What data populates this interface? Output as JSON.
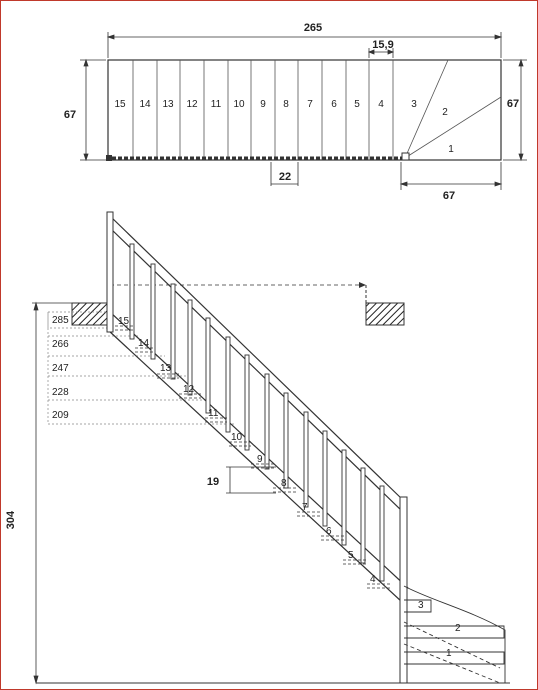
{
  "plan": {
    "total_length": "265",
    "left_width": "67",
    "right_width": "67",
    "tread_depth": "15,9",
    "going": "22",
    "winder_width": "67",
    "steps": [
      "15",
      "14",
      "13",
      "12",
      "11",
      "10",
      "9",
      "8",
      "7",
      "6",
      "5",
      "4"
    ],
    "winders": [
      "3",
      "2",
      "1"
    ]
  },
  "elevation": {
    "total_height": "304",
    "riser_height": "19",
    "levels": [
      "285",
      "266",
      "247",
      "228",
      "209"
    ],
    "step_numbers": [
      "15",
      "14",
      "13",
      "12",
      "11",
      "10",
      "9",
      "8",
      "7",
      "6",
      "5",
      "4",
      "3",
      "2",
      "1"
    ]
  }
}
